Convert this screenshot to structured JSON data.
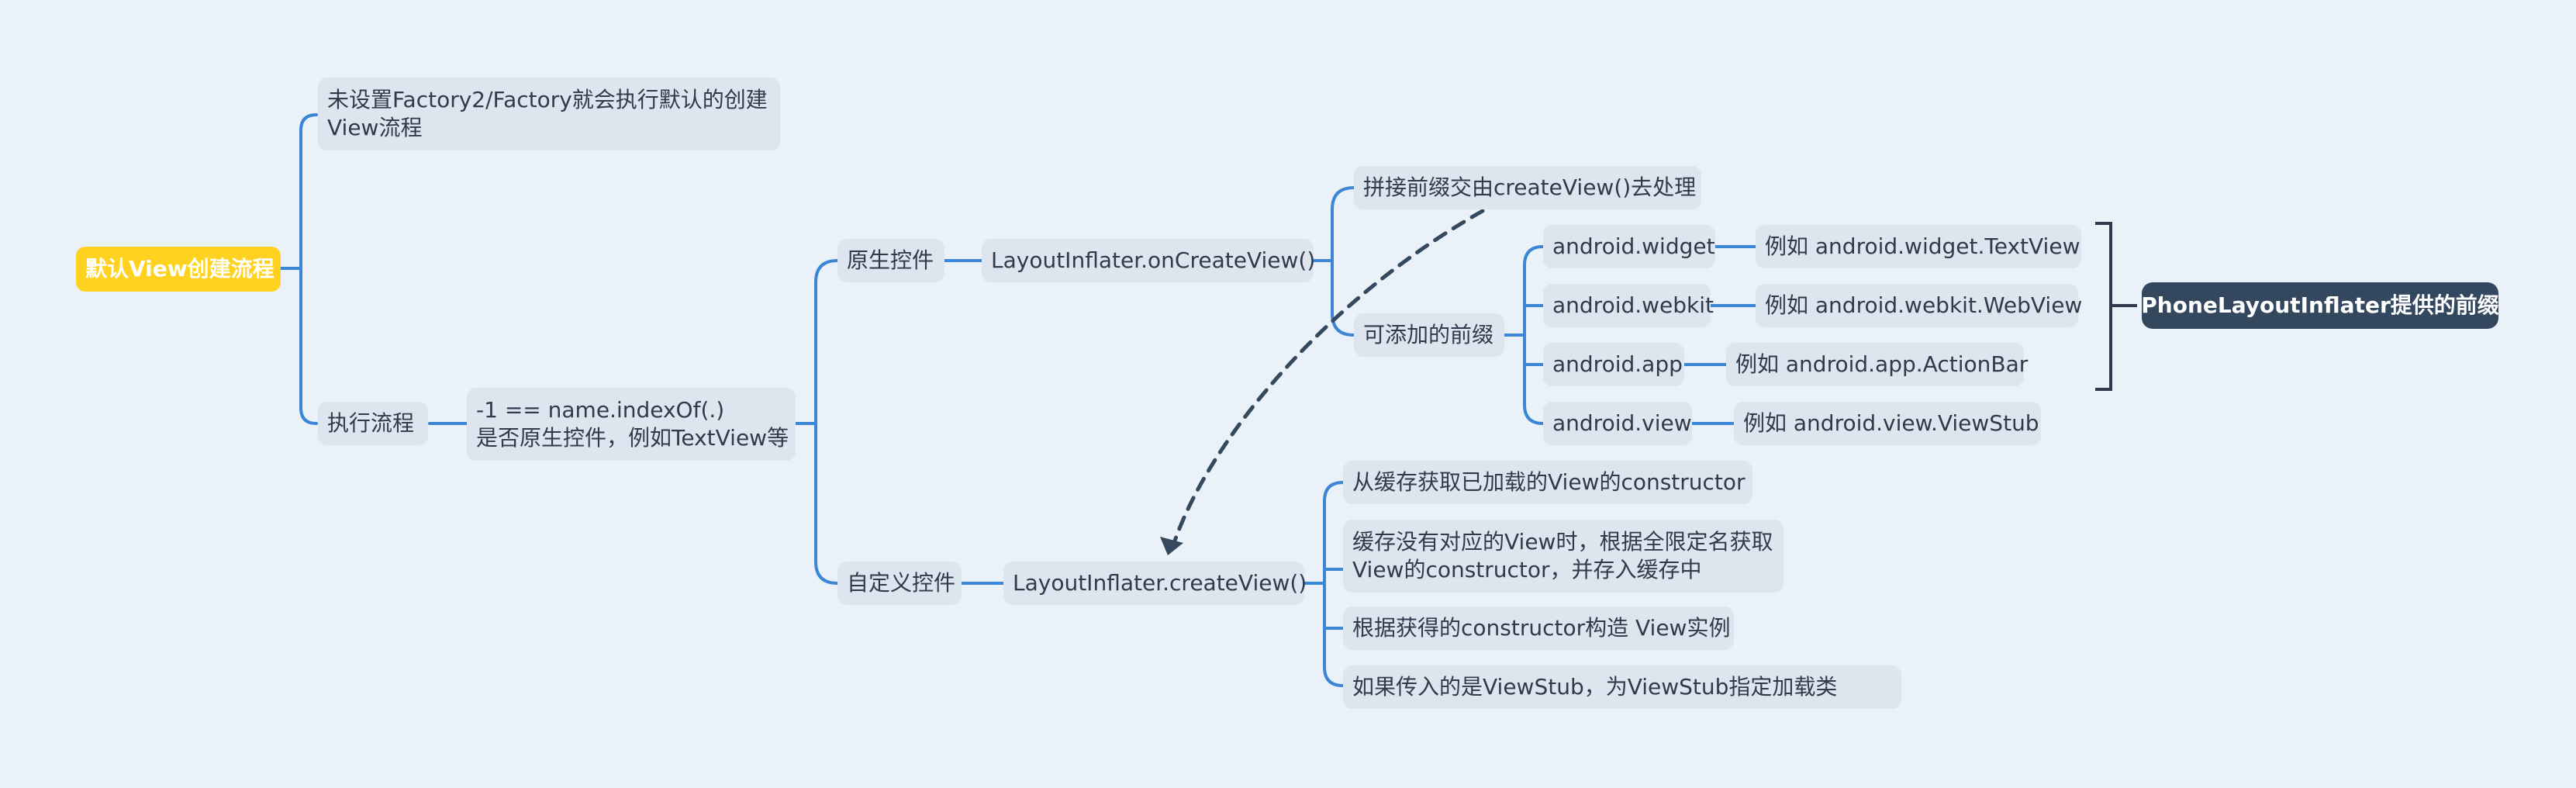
{
  "root": "默认View创建流程",
  "branch_no_factory": "未设置Factory2/Factory就会执行默认的创建\nView流程",
  "branch_exec": "执行流程",
  "check_native": "-1 == name.indexOf(.)\n是否原生控件，例如TextView等",
  "native": "原生控件",
  "custom": "自定义控件",
  "on_create_view": "LayoutInflater.onCreateView()",
  "create_view": "LayoutInflater.createView()",
  "prefix_concat": "拼接前缀交由createView()去处理",
  "prefix_addable": "可添加的前缀",
  "prefixes": [
    {
      "name": "android.widget",
      "example": "例如 android.widget.TextView"
    },
    {
      "name": "android.webkit",
      "example": "例如 android.webkit.WebView"
    },
    {
      "name": "android.app",
      "example": "例如 android.app.ActionBar"
    },
    {
      "name": "android.view",
      "example": "例如 android.view.ViewStub"
    }
  ],
  "phone_prefix_label": "PhoneLayoutInflater提供的前缀",
  "create_steps": [
    "从缓存获取已加载的View的constructor",
    "缓存没有对应的View时，根据全限定名获取\nView的constructor，并存入缓存中",
    "根据获得的constructor构造 View实例",
    "如果传入的是ViewStub，为ViewStub指定加载类"
  ],
  "colors": {
    "background": "#eaf1f8",
    "line": "#3c86d6",
    "root": "#ffd21f",
    "node": "#dde5ee",
    "callout": "#33475f"
  }
}
